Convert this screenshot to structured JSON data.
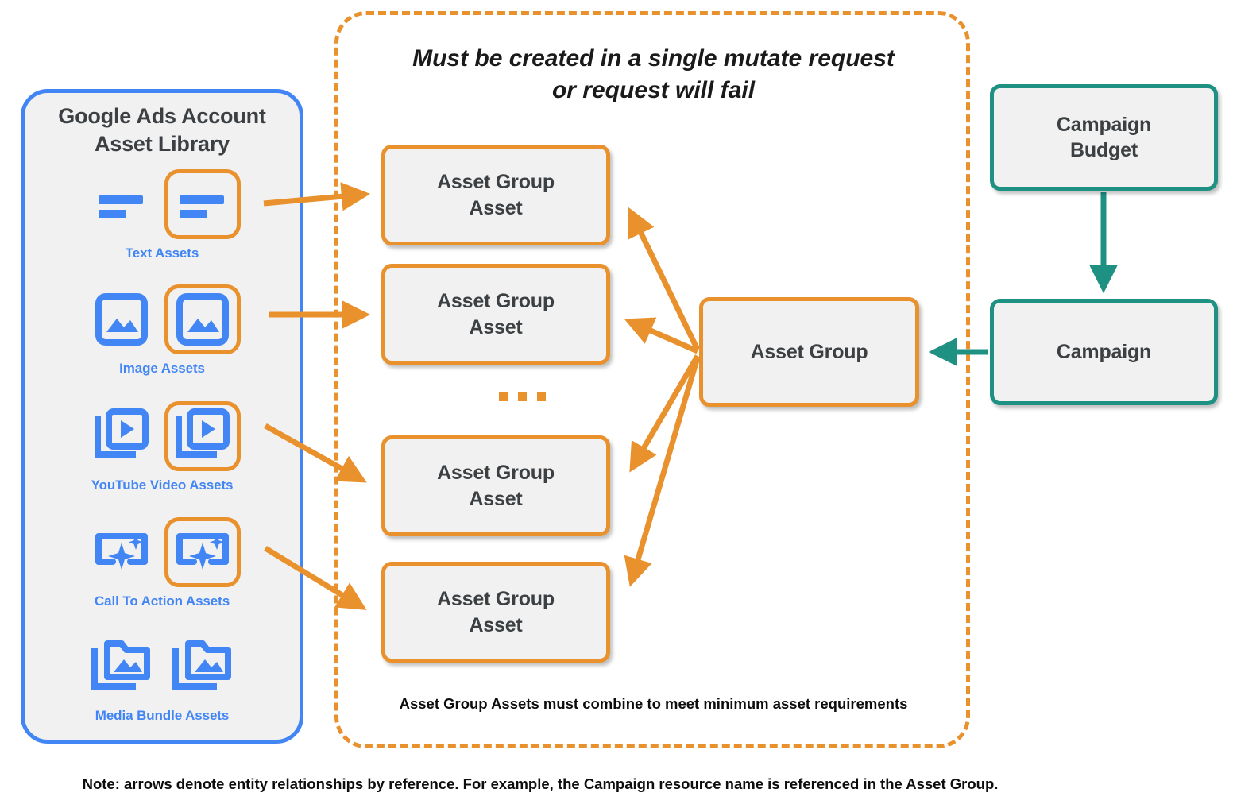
{
  "diagram": {
    "library": {
      "title": "Google Ads Account\nAsset Library",
      "title_line1": "Google Ads Account",
      "title_line2": "Asset Library",
      "border_color": "#4285f4",
      "items": [
        {
          "label": "Text Assets",
          "icon": "text-asset-icon",
          "highlighted": true
        },
        {
          "label": "Image Assets",
          "icon": "image-asset-icon",
          "highlighted": true
        },
        {
          "label": "YouTube Video  Assets",
          "icon": "youtube-video-asset-icon",
          "highlighted": true
        },
        {
          "label": "Call To Action Assets",
          "icon": "call-to-action-asset-icon",
          "highlighted": true
        },
        {
          "label": "Media Bundle  Assets",
          "icon": "media-bundle-asset-icon",
          "highlighted": false
        }
      ]
    },
    "mutate_container": {
      "title_line1": "Must be created in a single mutate request",
      "title_line2": "or request will fail",
      "footnote": "Asset Group Assets must combine to meet minimum asset requirements",
      "border_color": "#e8912d",
      "border_style": "dashed"
    },
    "nodes": {
      "asset_group_asset_1": "Asset Group\nAsset",
      "asset_group_asset_1_line1": "Asset Group",
      "asset_group_asset_1_line2": "Asset",
      "asset_group_asset_2_line1": "Asset Group",
      "asset_group_asset_2_line2": "Asset",
      "asset_group_asset_3_line1": "Asset Group",
      "asset_group_asset_3_line2": "Asset",
      "asset_group_asset_4_line1": "Asset Group",
      "asset_group_asset_4_line2": "Asset",
      "asset_group": "Asset Group",
      "campaign_budget_line1": "Campaign",
      "campaign_budget_line2": "Budget",
      "campaign": "Campaign"
    },
    "ellipsis": "...",
    "footer_note": "Note: arrows denote entity relationships by reference. For example, the Campaign resource name is referenced in the Asset Group.",
    "colors": {
      "orange": "#e8912d",
      "teal": "#1e9183",
      "blue": "#4285f4",
      "node_fill": "#f1f1f1",
      "text": "#3c4043"
    }
  }
}
